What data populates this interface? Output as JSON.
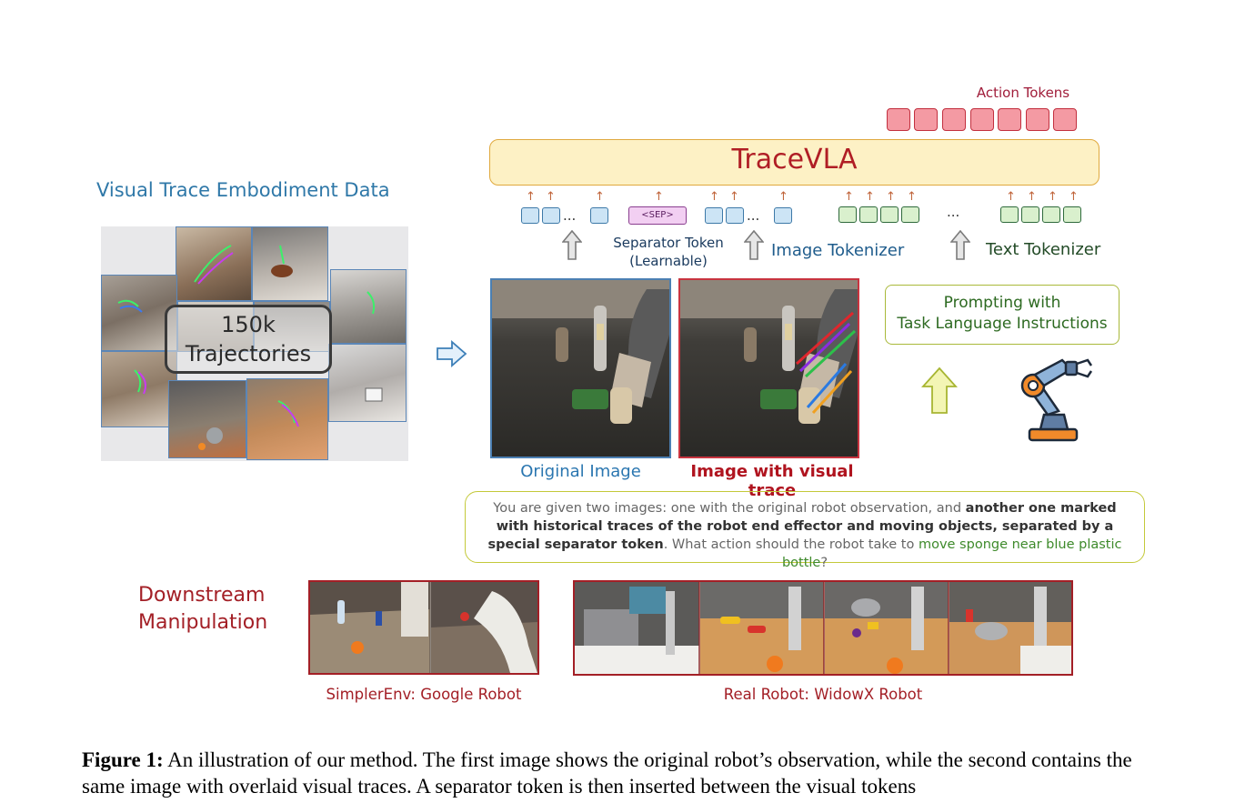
{
  "model": {
    "name": "TraceVLA",
    "action_tokens_label": "Action Tokens",
    "action_token_count": 7,
    "colors": {
      "accent": "#b01e25",
      "box_fill": "#fdf1c5",
      "box_border": "#e0a93e"
    }
  },
  "tokens": {
    "ellipsis": "...",
    "separator_token": "<SEP>",
    "separator_label_line1": "Separator Token",
    "separator_label_line2": "(Learnable)",
    "image_tokenizer_label": "Image Tokenizer",
    "text_tokenizer_label": "Text Tokenizer"
  },
  "visual_trace": {
    "title": "Visual Trace Embodiment Data",
    "trajectory_count_line1": "150k",
    "trajectory_count_line2": "Trajectories"
  },
  "images": {
    "original_label": "Original Image",
    "trace_label": "Image with visual trace"
  },
  "prompting": {
    "line1": "Prompting with",
    "line2": "Task Language Instructions",
    "icon": "robot-arm-icon"
  },
  "instruction": {
    "part1": "You are given two images: one with the original robot observation, and ",
    "part2_bold": "another one marked with historical traces of the robot end effector and moving objects, separated by a special separator token",
    "part3": ". What action should the robot take to ",
    "part4_task": "move sponge near blue plastic bottle",
    "part5": "?"
  },
  "downstream": {
    "title_line1": "Downstream",
    "title_line2": "Manipulation",
    "simpler_caption": "SimplerEnv: Google Robot",
    "real_caption": "Real Robot: WidowX Robot"
  },
  "caption": {
    "label": "Figure 1:",
    "text": " An illustration of our method. The first image shows the original robot’s observation, while the second contains the same image with overlaid visual traces. A separator token is then inserted between the visual tokens"
  }
}
